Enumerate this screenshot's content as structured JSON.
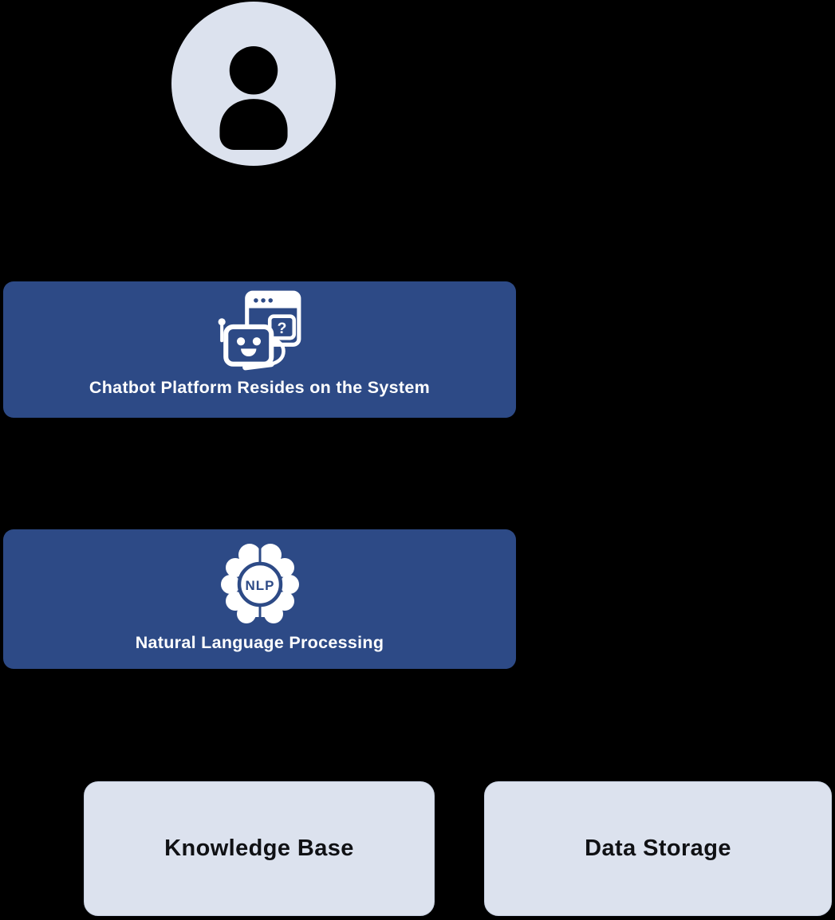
{
  "colors": {
    "background": "#000000",
    "primary_blue": "#2d4a86",
    "light_node_fill": "#dce2ee",
    "text_on_blue": "#ffffff",
    "text_on_light": "#101114"
  },
  "nodes": {
    "user": {
      "icon": "user-avatar-icon"
    },
    "chatbot_platform": {
      "label": "Chatbot Platform Resides on the System",
      "icon": "chatbot-icon",
      "bubble_glyph": "?"
    },
    "nlp": {
      "label": "Natural Language Processing",
      "icon": "nlp-brain-icon",
      "icon_text": "NLP"
    },
    "knowledge_base": {
      "label": "Knowledge Base"
    },
    "data_storage": {
      "label": "Data Storage"
    }
  }
}
